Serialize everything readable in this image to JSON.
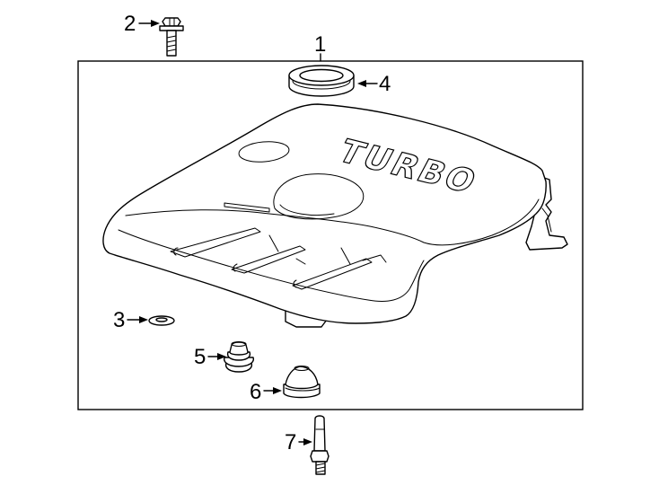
{
  "callouts": {
    "c1": "1",
    "c2": "2",
    "c3": "3",
    "c4": "4",
    "c5": "5",
    "c6": "6",
    "c7": "7"
  },
  "cover_emblem": "TURBO",
  "colors": {
    "line": "#000000",
    "background": "#ffffff"
  }
}
